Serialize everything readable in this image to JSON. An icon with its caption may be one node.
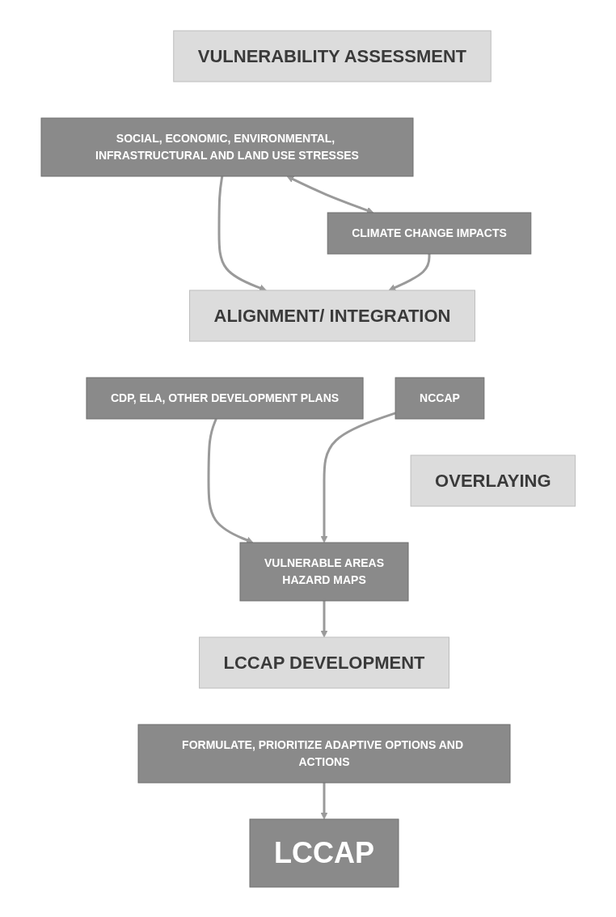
{
  "diagram": {
    "nodes": [
      {
        "text": [
          "VULNERABILITY ASSESSMENT"
        ]
      },
      {
        "text": [
          "SOCIAL, ECONOMIC, ENVIRONMENTAL, INFRASTRUCTURAL AND LAND USE STRESSES"
        ]
      },
      {
        "text": [
          "CLIMATE CHANGE IMPACTS"
        ]
      },
      {
        "text": [
          "ALIGNMENT/ INTEGRATION"
        ]
      },
      {
        "text": [
          "CDP, ELA, OTHER DEVELOPMENT PLANS"
        ]
      },
      {
        "text": [
          "NCCAP"
        ]
      },
      {
        "text": [
          "OVERLAYING"
        ]
      },
      {
        "text": [
          "VULNERABLE AREAS",
          "HAZARD MAPS"
        ]
      },
      {
        "text": [
          "LCCAP DEVELOPMENT"
        ]
      },
      {
        "text": [
          "FORMULATE, PRIORITIZE ADAPTIVE OPTIONS AND ACTIONS"
        ]
      },
      {
        "text": [
          "LCCAP"
        ]
      }
    ],
    "edges": [
      {
        "from": 1,
        "to": 2,
        "arrow": "both"
      },
      {
        "from": 1,
        "to": 3,
        "arrow": "to"
      },
      {
        "from": 2,
        "to": 3,
        "arrow": "to"
      },
      {
        "from": 4,
        "to": 7,
        "arrow": "to"
      },
      {
        "from": 5,
        "to": 7,
        "arrow": "to"
      },
      {
        "from": 7,
        "to": 8,
        "arrow": "to"
      },
      {
        "from": 9,
        "to": 10,
        "arrow": "to"
      }
    ]
  }
}
